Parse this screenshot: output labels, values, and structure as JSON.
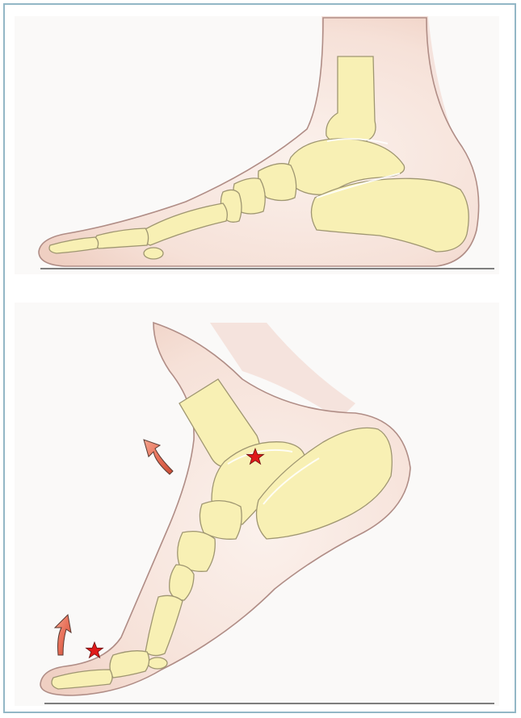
{
  "figure": {
    "panels": [
      {
        "id": "neutral-foot",
        "bones": [
          "tibia",
          "talus",
          "calcaneus",
          "navicular",
          "cuboid",
          "cuneiforms",
          "metatarsals",
          "phalanges",
          "sesamoid"
        ]
      },
      {
        "id": "plantarflexed-foot",
        "bones": [
          "tibia",
          "talus",
          "calcaneus",
          "navicular",
          "cuboid",
          "cuneiforms",
          "metatarsals",
          "phalanges",
          "sesamoid"
        ]
      }
    ],
    "markers": {
      "star_count": 2,
      "arrow_count": 2,
      "star_color": "#e01a1a",
      "arrow_color": "#e8715a",
      "icon_names": [
        "star-marker",
        "curved-arrow"
      ]
    },
    "colors": {
      "bone": "#f8f0b4",
      "skin": "#f3d9ce",
      "frame_border": "#93b7c6"
    }
  }
}
